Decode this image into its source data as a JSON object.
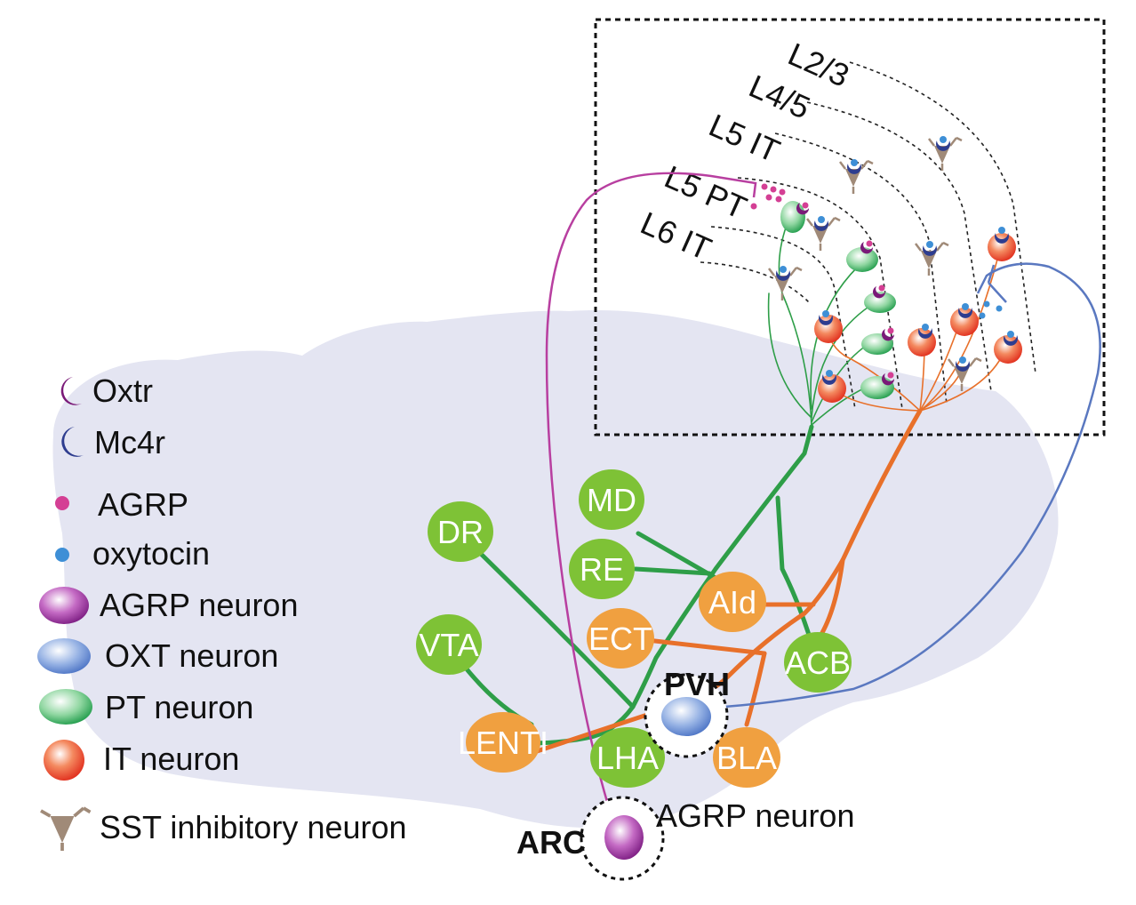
{
  "legend": [
    {
      "key": "oxtr",
      "label": "Oxtr"
    },
    {
      "key": "mc4r",
      "label": "Mc4r"
    },
    {
      "key": "agrp",
      "label": "AGRP"
    },
    {
      "key": "oxytocin",
      "label": "oxytocin"
    },
    {
      "key": "agrp_neuron",
      "label": "AGRP neuron"
    },
    {
      "key": "oxt_neuron",
      "label": "OXT neuron"
    },
    {
      "key": "pt_neuron",
      "label": "PT neuron"
    },
    {
      "key": "it_neuron",
      "label": "IT neuron"
    },
    {
      "key": "sst_neuron",
      "label": "SST inhibitory neuron"
    }
  ],
  "layers": [
    "L2/3",
    "L4/5",
    "L5 IT",
    "L5 PT",
    "L6 IT"
  ],
  "regions": {
    "md": "MD",
    "dr": "DR",
    "re": "RE",
    "aid": "AId",
    "ect": "ECT",
    "vta": "VTA",
    "acb": "ACB",
    "lenti": "LENTI",
    "lha": "LHA",
    "bla": "BLA"
  },
  "nuclei": {
    "pvh": "PVH",
    "arc": "ARC",
    "arc_neuron": "AGRP neuron"
  },
  "colors": {
    "brain": "#e4e5f2",
    "green_region": "#7ec236",
    "orange_region": "#f0a040",
    "green_path": "#2e9e48",
    "orange_path": "#e8702a",
    "magenta_path": "#b83fa0",
    "blue_path": "#5a78c0",
    "oxtr": "#7a1a78",
    "mc4r": "#2e3d8f",
    "agrp_dot": "#d43f94",
    "oxytocin_dot": "#3e8fd6",
    "sst": "#a08a78"
  }
}
